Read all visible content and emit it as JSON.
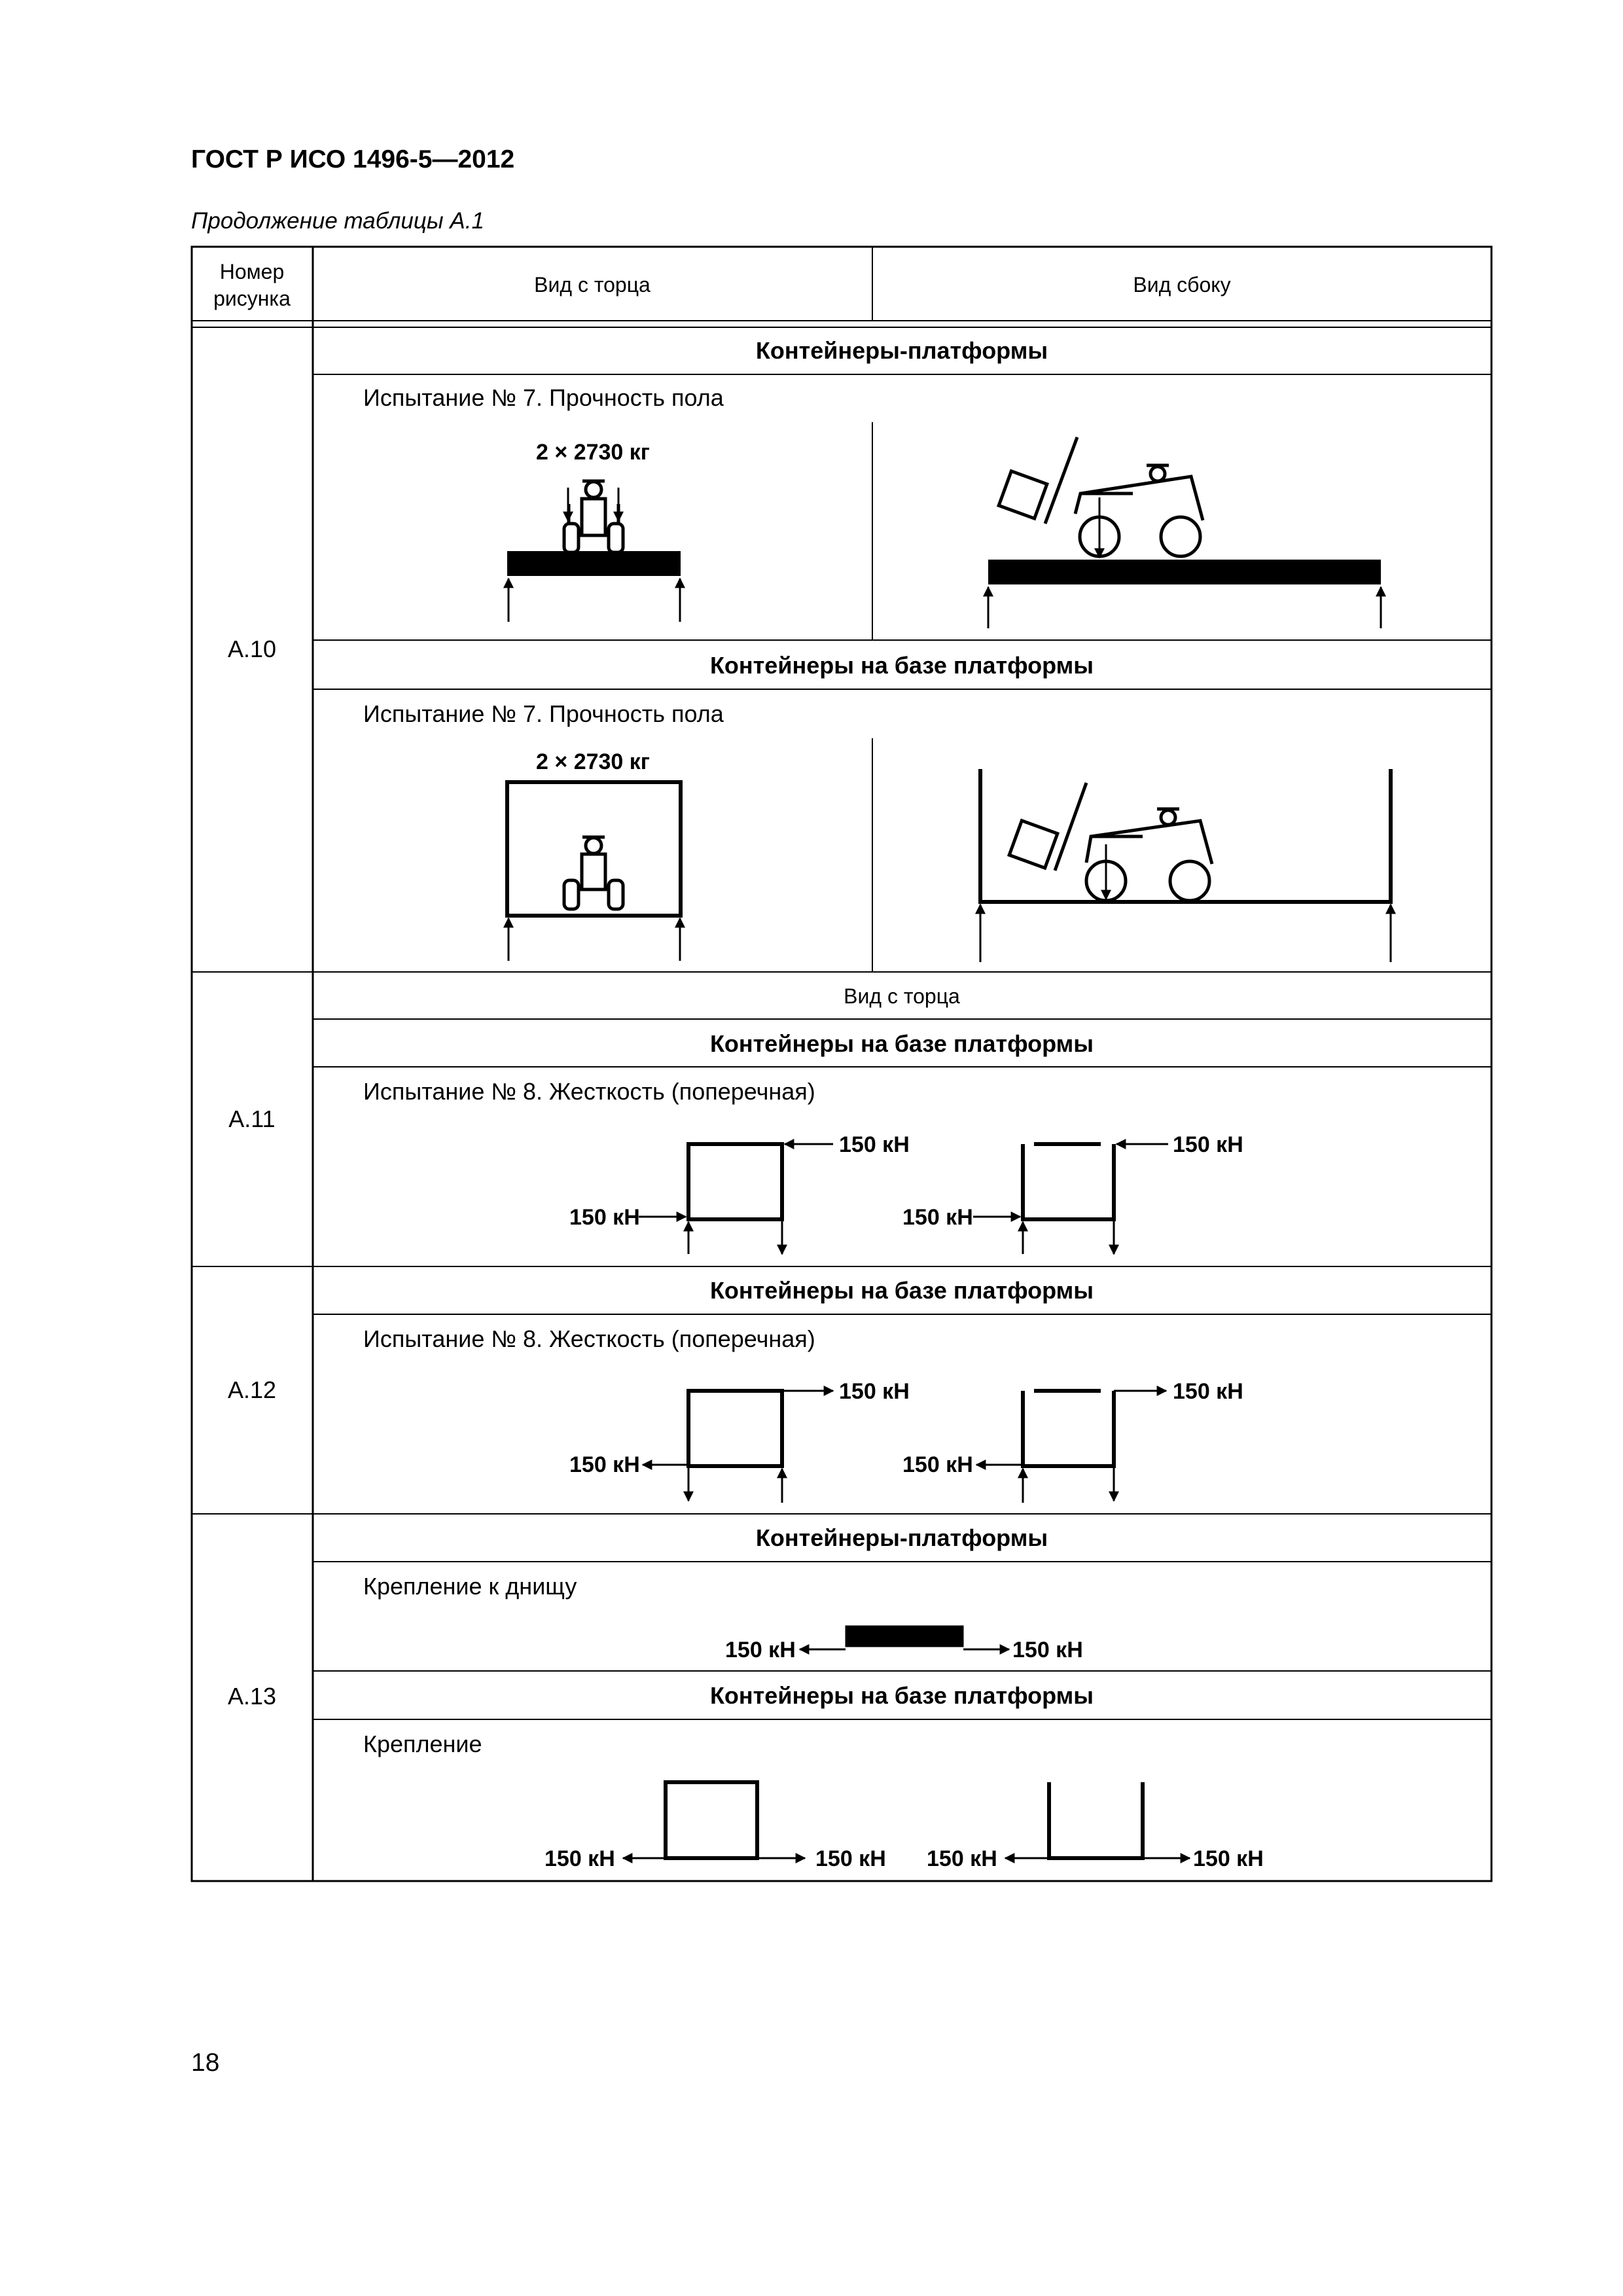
{
  "document": {
    "header": "ГОСТ Р ИСО 1496-5—2012",
    "continuation": "Продолжение таблицы А.1",
    "page_number": "18"
  },
  "table": {
    "col_headers": [
      "Номер",
      "рисунка",
      "Вид с торца",
      "Вид сбоку"
    ],
    "rows": [
      {
        "figure": "А.10",
        "sections": [
          {
            "title": "Контейнеры-платформы",
            "test": "Испытание № 7. Прочность пола",
            "load": "2 × 2730 кг"
          },
          {
            "title": "Контейнеры на базе платформы",
            "test": "Испытание № 7. Прочность пола",
            "load": "2 × 2730 кг"
          }
        ]
      },
      {
        "figure": "А.11",
        "subheader": "Вид с торца",
        "sections": [
          {
            "title": "Контейнеры на базе платформы",
            "test": "Испытание № 8. Жесткость (поперечная)",
            "force": "150 кН"
          }
        ]
      },
      {
        "figure": "А.12",
        "sections": [
          {
            "title": "Контейнеры на базе платформы",
            "test": "Испытание № 8. Жесткость (поперечная)",
            "force": "150 кН"
          }
        ]
      },
      {
        "figure": "А.13",
        "sections": [
          {
            "title": "Контейнеры-платформы",
            "test": "Крепление к днищу",
            "force": "150 кН"
          },
          {
            "title": "Контейнеры на базе платформы",
            "test": "Крепление",
            "force": "150 кН"
          }
        ]
      }
    ]
  }
}
